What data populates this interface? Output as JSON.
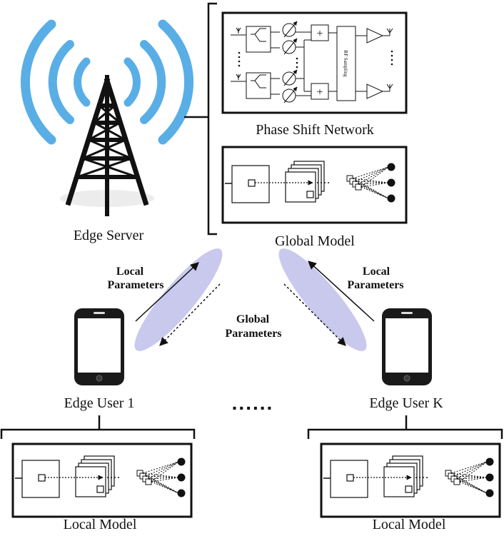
{
  "labels": {
    "edge_server": "Edge Server",
    "phase_shift_network": "Phase Shift Network",
    "global_model": "Global Model",
    "local_params_left_1": "Local",
    "local_params_left_2": "Parameters",
    "local_params_right_1": "Local",
    "local_params_right_2": "Parameters",
    "global_params_1": "Global",
    "global_params_2": "Parameters",
    "edge_user_1": "Edge User 1",
    "edge_user_k": "Edge User  K",
    "ellipsis": "......",
    "local_model_left": "Local Model",
    "local_model_right": "Local Model",
    "rf_sampling": "RF Sampling",
    "plus_sign": "+"
  },
  "colors": {
    "signal_waves": "#5aaee6",
    "beam": "#c9c9ee",
    "ink": "#111111"
  }
}
